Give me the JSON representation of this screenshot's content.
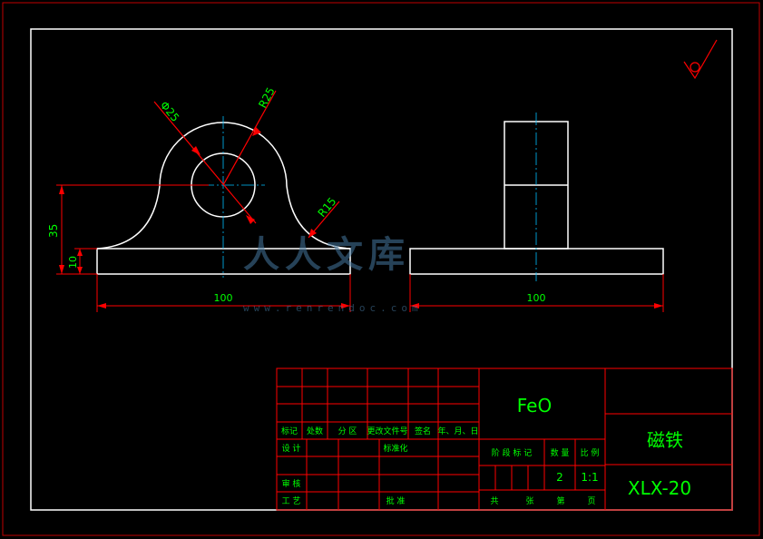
{
  "colors": {
    "background": "#000000",
    "outline": "#ffffff",
    "dimension": "#ff0000",
    "dim_text": "#00ff00",
    "centerline": "#00bfff",
    "title_text": "#00ff00",
    "table_line": "#ff0000"
  },
  "dimensions": {
    "diameter": "Φ25",
    "radius_top": "R25",
    "radius_fillet": "R15",
    "height": "35",
    "base_thickness": "10",
    "front_width": "100",
    "side_width": "100"
  },
  "surface_finish_icon": "surface-roughness-symbol",
  "watermark": {
    "text": "人人文库",
    "url": "www.renrendoc.com"
  },
  "title_block": {
    "material": "FeO",
    "part_name": "磁铁",
    "drawing_number": "XLX-20",
    "quantity": "2",
    "scale": "1:1",
    "revision_headers": [
      "标记",
      "处数",
      "分 区",
      "更改文件号",
      "签名",
      "年、月、日"
    ],
    "stage_headers": [
      "阶 段 标 记",
      "数 量",
      "比 例"
    ],
    "design": "设 计",
    "standardization": "标准化",
    "review": "审 核",
    "process": "工 艺",
    "approve": "批 准",
    "sheets": [
      "共",
      "张",
      "第",
      "页"
    ]
  }
}
